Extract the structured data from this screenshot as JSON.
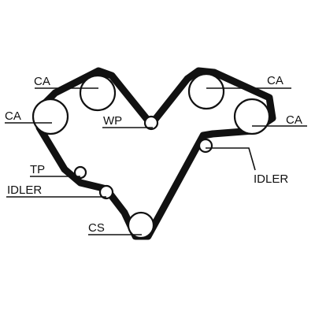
{
  "colors": {
    "ink": "#111111",
    "background": "#ffffff"
  },
  "labels": {
    "ca_upper_left": "CA",
    "ca_left": "CA",
    "wp": "WP",
    "ca_upper_right": "CA",
    "ca_right": "CA",
    "idler_right": "IDLER",
    "tp": "TP",
    "idler_left": "IDLER",
    "cs": "CS"
  }
}
